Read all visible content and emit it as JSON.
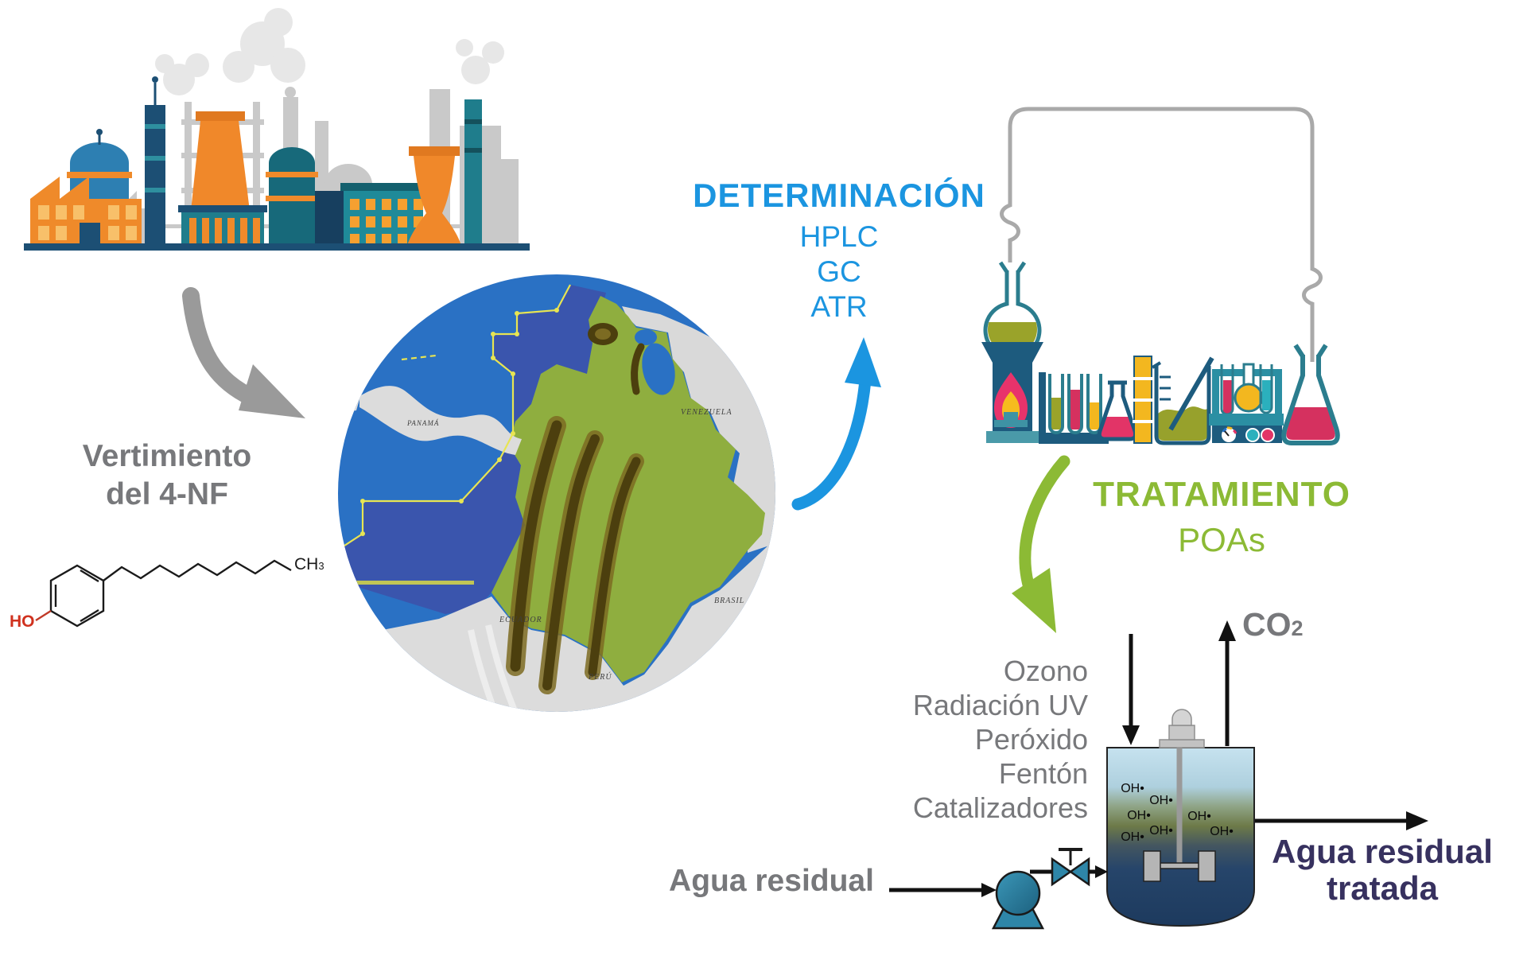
{
  "discharge": {
    "label": [
      "Vertimiento",
      "del 4-NF"
    ]
  },
  "molecule": {
    "hydroxyl": "HO",
    "methyl_base": "CH",
    "methyl_sub": "3"
  },
  "map": {
    "labels": {
      "panama": "PANAMÁ",
      "venezuela": "VENEZUELA",
      "ecuador": "ECUADOR",
      "peru": "PERÚ",
      "brasil": "BRASIL"
    }
  },
  "determination": {
    "title": "DETERMINACIÓN",
    "methods": [
      "HPLC",
      "GC",
      "ATR"
    ]
  },
  "treatment": {
    "title": "TRATAMIENTO",
    "subtitle": "POAs"
  },
  "processes": [
    "Ozono",
    "Radiación UV",
    "Peróxido",
    "Fentón",
    "Catalizadores"
  ],
  "reactor": {
    "gas_base": "CO",
    "gas_sub": "2",
    "radical": "OH•",
    "inflow": "Agua residual",
    "outflow": [
      "Agua residual",
      "tratada"
    ]
  },
  "colors": {
    "determination_blue": "#1b95e0",
    "treatment_green": "#8cba35",
    "gray_text": "#77787b",
    "outflow_navy": "#37315f"
  }
}
